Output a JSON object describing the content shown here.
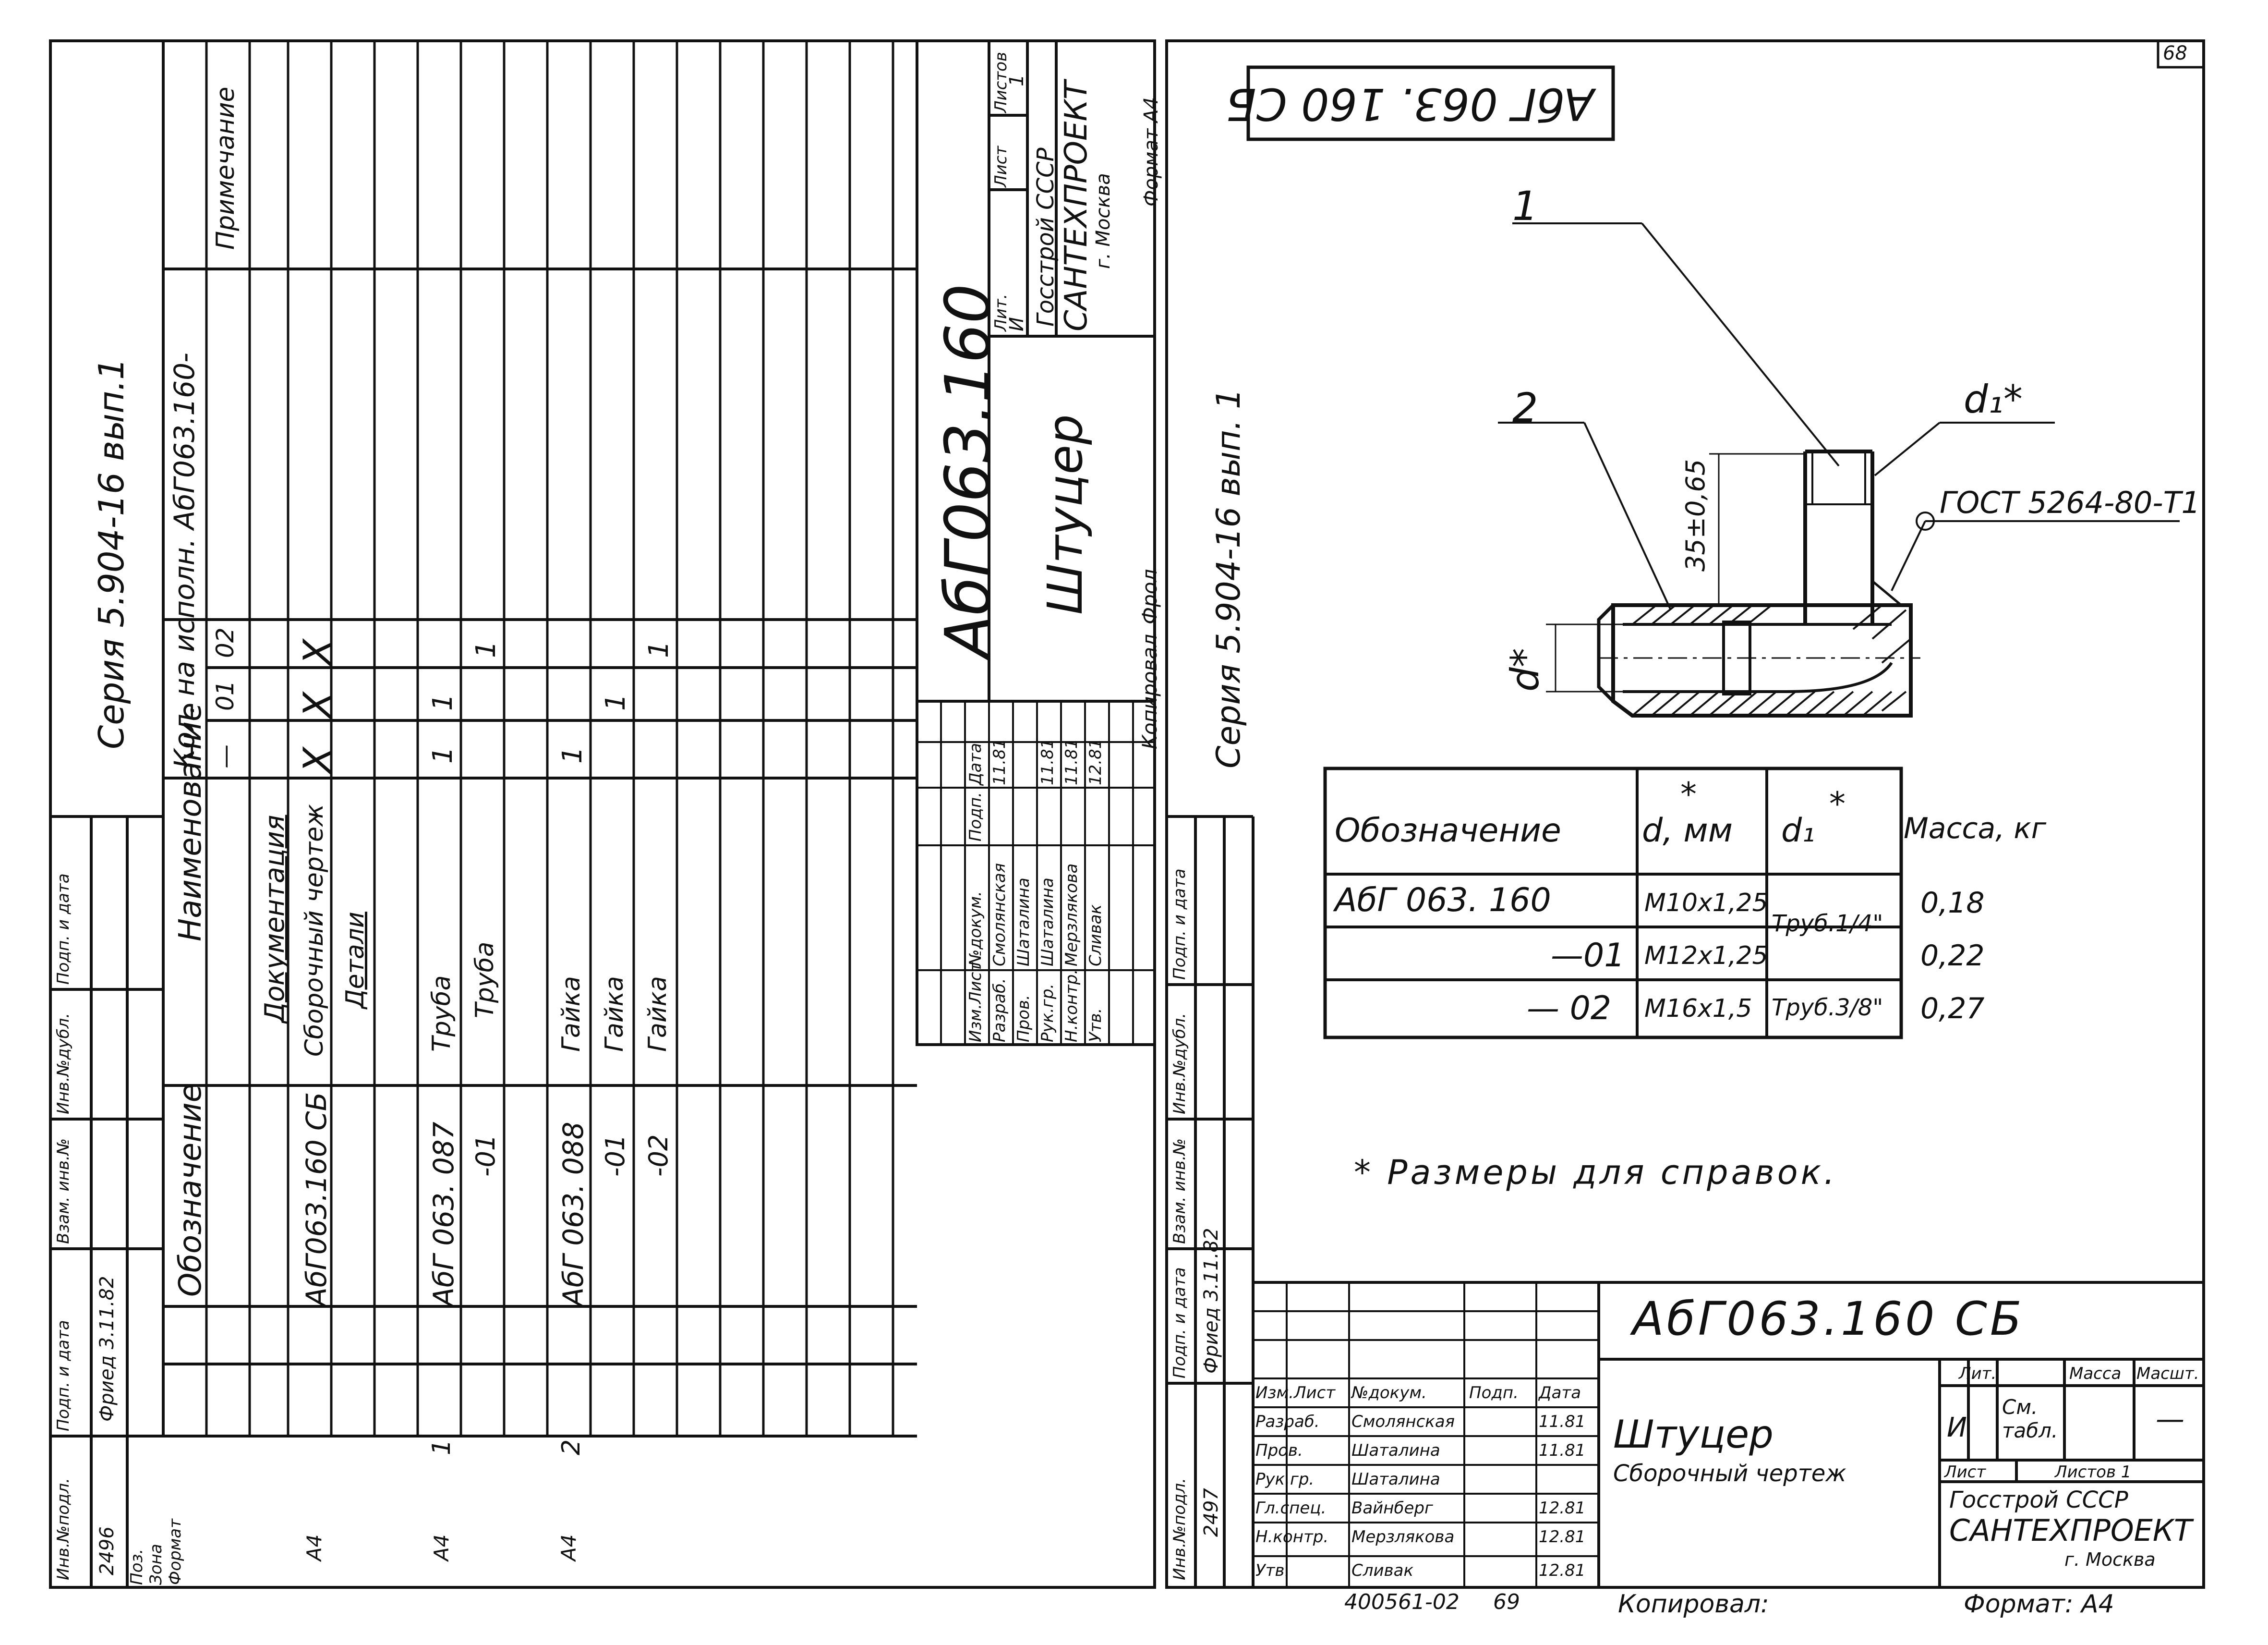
{
  "page_number": "68",
  "left_sheet": {
    "series": "Серия 5.904-16 вып.1",
    "spec_headers": {
      "format": "Формат",
      "zone": "Зона",
      "pos": "Поз.",
      "designation": "Обозначение",
      "name": "Наименование",
      "qty": "Кол. на исполн. АбГ063.160-",
      "qty_cols": [
        "—",
        "01",
        "02"
      ],
      "note": "Примечание"
    },
    "spec_rows": [
      {
        "format": "",
        "pos": "",
        "designation": "",
        "name": "Документация",
        "q0": "",
        "q1": "",
        "q2": ""
      },
      {
        "format": "А4",
        "pos": "",
        "designation": "АбГ063.160 СБ",
        "name": "Сборочный чертеж",
        "q0": "X",
        "q1": "X",
        "q2": "X"
      },
      {
        "format": "",
        "pos": "",
        "designation": "",
        "name": "Детали",
        "q0": "",
        "q1": "",
        "q2": ""
      },
      {
        "format": "А4",
        "pos": "1",
        "designation": "АбГ 063. 087",
        "name": "Труба",
        "q0": "1",
        "q1": "1",
        "q2": ""
      },
      {
        "format": "",
        "pos": "",
        "designation": "-01",
        "name": "Труба",
        "q0": "",
        "q1": "",
        "q2": "1"
      },
      {
        "format": "А4",
        "pos": "2",
        "designation": "АбГ 063. 088",
        "name": "Гайка",
        "q0": "1",
        "q1": "",
        "q2": ""
      },
      {
        "format": "",
        "pos": "",
        "designation": "-01",
        "name": "Гайка",
        "q0": "",
        "q1": "1",
        "q2": ""
      },
      {
        "format": "",
        "pos": "",
        "designation": "-02",
        "name": "Гайка",
        "q0": "",
        "q1": "",
        "q2": "1"
      }
    ],
    "side_block": {
      "labels": [
        "Инв.№подл.",
        "Подп. и дата",
        "Взам. инв.№",
        "Инв.№дубл.",
        "Подп. и дата"
      ],
      "values": [
        "2496",
        "Фриед 3.11.82",
        "",
        "",
        ""
      ]
    },
    "title_block": {
      "code": "АбГ063.160",
      "name": "Штуцер",
      "roles": [
        "Изм.Лист",
        "Разраб.",
        "Пров.",
        "Рук.гр.",
        "Н.контр.",
        "Утв."
      ],
      "people": [
        "№докум.",
        "Смолянская",
        "Шаталина",
        "Шаталина",
        "Мерзлякова",
        "Сливак"
      ],
      "col_heads": [
        "Подп.",
        "Дата"
      ],
      "dates": [
        "Дата",
        "11.81",
        "",
        "11.81",
        "11.81",
        "12.81"
      ],
      "lit": "Лит.",
      "sheet": "Лист",
      "sheets": "Листов",
      "lit_val": "И",
      "sheets_val": "1",
      "org1": "Госстрой СССР",
      "org2": "САНТЕХПРОЕКТ",
      "org3": "г. Москва",
      "copied": "Копировал",
      "copied_sign": "Фрол",
      "format": "Формат А4"
    }
  },
  "right_sheet": {
    "stamp": "АбГ 063. 160 СБ",
    "series": "Серия 5.904-16 вып. 1",
    "callouts": [
      "1",
      "2"
    ],
    "dim_d1": "d₁*",
    "dim_d": "d*",
    "dim_35": "35±0,65",
    "gost": "ГОСТ 5264-80-Т1",
    "table": {
      "headers": [
        "Обозначение",
        "d, мм",
        "d₁",
        "Масса, кг"
      ],
      "header_stars": [
        "*",
        "*"
      ],
      "rows": [
        {
          "designation": "АбГ 063. 160",
          "d": "М10х1,25",
          "d1": "Труб.1/4\"",
          "mass": "0,18"
        },
        {
          "designation": "—01",
          "d": "М12х1,25",
          "d1": "",
          "mass": "0,22"
        },
        {
          "designation": "— 02",
          "d": "М16х1,5",
          "d1": "Труб.3/8\"",
          "mass": "0,27"
        }
      ]
    },
    "note": "* Размеры для справок.",
    "side_block": {
      "labels": [
        "Инв.№подл.",
        "Подп. и дата",
        "Взам. инв.№",
        "Инв.№дубл.",
        "Подп. и дата"
      ],
      "values": [
        "2497",
        "Фриед 3.11.82",
        "",
        "",
        ""
      ]
    },
    "title_block": {
      "code": "АбГ063.160 СБ",
      "name": "Штуцер",
      "subtitle": "Сборочный чертеж",
      "roles": [
        "Изм.Лист",
        "Разраб.",
        "Пров.",
        "Рук.гр.",
        "Гл.спец.",
        "Н.контр.",
        "Утв."
      ],
      "people": [
        "№докум.",
        "Смолянская",
        "Шаталина",
        "Шаталина",
        "Вайнберг",
        "Мерзлякова",
        "Сливак"
      ],
      "col_heads": [
        "Подп.",
        "Дата"
      ],
      "dates": [
        "Дата",
        "11.81",
        "11.81",
        "",
        "12.81",
        "12.81",
        "12.81"
      ],
      "lit": "Лит.",
      "mass": "Масса",
      "scale": "Масшт.",
      "lit_val": "И",
      "mass_val": "См. табл.",
      "scale_val": "—",
      "sheet": "Лист",
      "sheets": "Листов 1",
      "org1": "Госстрой СССР",
      "org2": "САНТЕХПРОЕКТ",
      "org3": "г. Москва",
      "below_left": "400561-02",
      "below_num": "69",
      "copied": "Копировал:",
      "format": "Формат: А4"
    }
  }
}
